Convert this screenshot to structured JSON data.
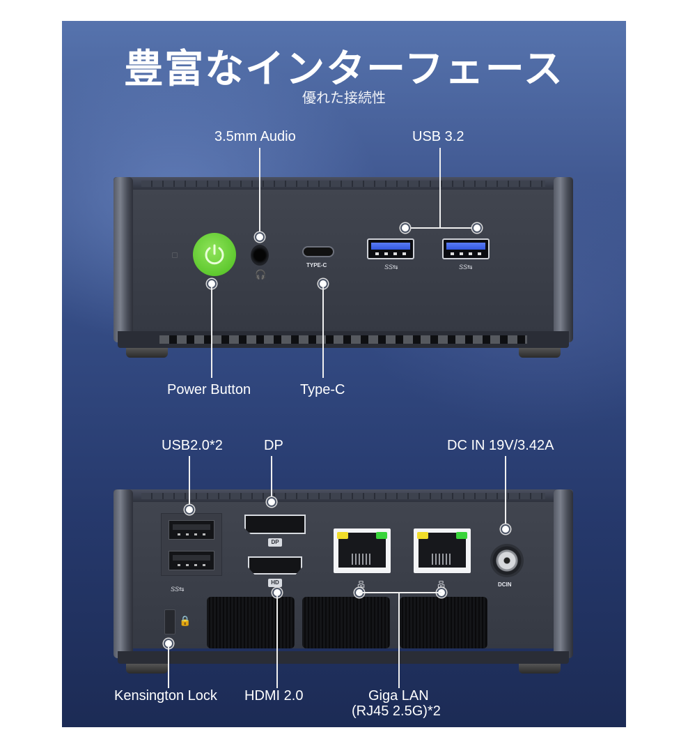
{
  "header": {
    "title": "豊富なインターフェース",
    "subtitle": "優れた接続性"
  },
  "front_panel": {
    "callouts": {
      "audio": "3.5mm Audio",
      "usb32": "USB 3.2",
      "power": "Power Button",
      "typec": "Type-C"
    },
    "port_markings": {
      "typec": "TYPE-C",
      "usb_logo": "SS⇆"
    },
    "colors": {
      "power_button": "#5fc92f",
      "usb3_tongue": "#3357e0"
    }
  },
  "rear_panel": {
    "callouts": {
      "usb20": "USB2.0*2",
      "dp": "DP",
      "dcin": "DC IN 19V/3.42A",
      "kensington": "Kensington Lock",
      "hdmi": "HDMI 2.0",
      "lan_line1": "Giga LAN",
      "lan_line2": "(RJ45 2.5G)*2"
    },
    "port_markings": {
      "dp_badge": "DP",
      "hdmi_badge": "HD",
      "dcin": "DCIN",
      "usb_logo": "SS⇆",
      "lan_icon": "品",
      "lock_icon": "🔒"
    },
    "colors": {
      "lan_led_left": "#f0dc2a",
      "lan_led_right": "#39d43a"
    }
  }
}
